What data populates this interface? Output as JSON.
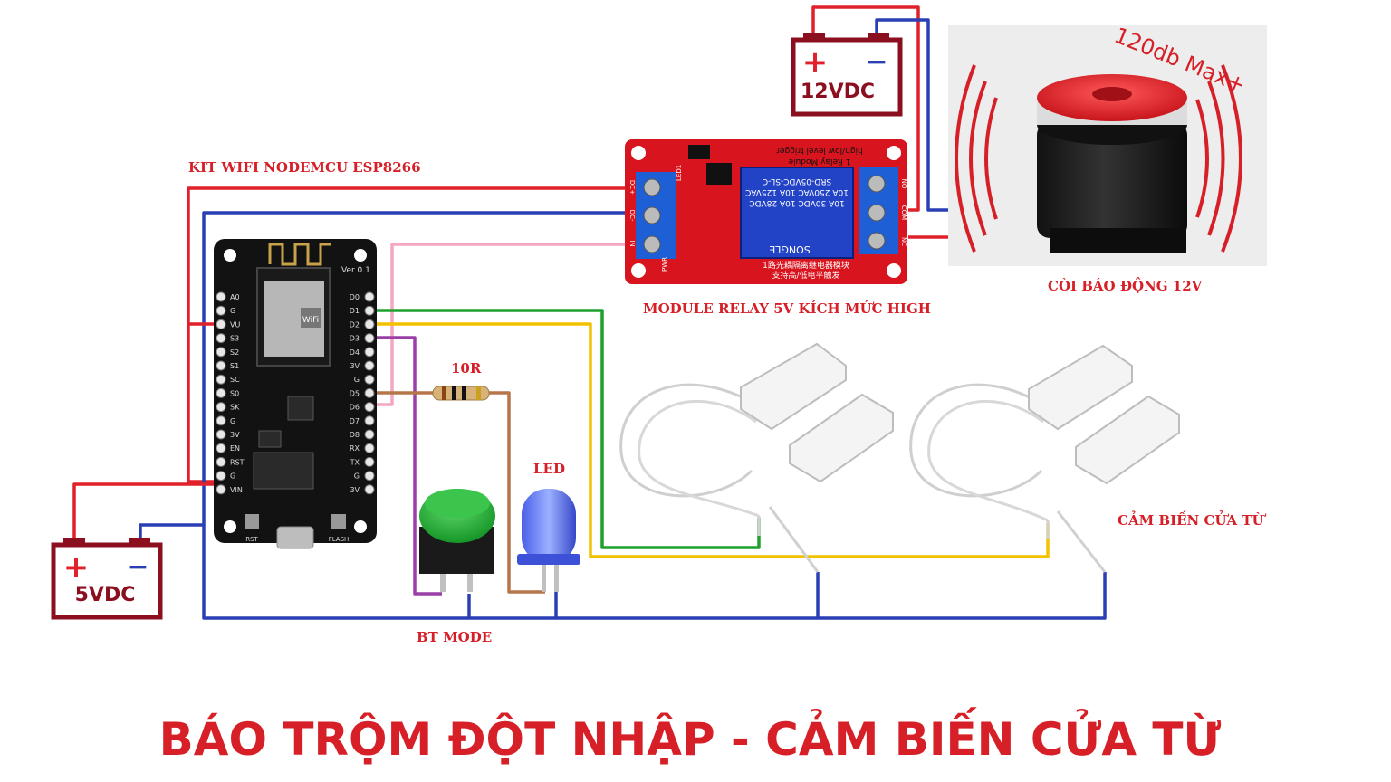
{
  "title": "BÁO TRỘM ĐỘT NHẬP - CẢM BIẾN CỬA TỪ",
  "labels": {
    "nodemcu": "KIT WIFI NODEMCU ESP8266",
    "relay": "MODULE RELAY 5V KÍCH MỨC HIGH",
    "siren": "CÒI BÁO ĐỘNG 12V",
    "resistor": "10R",
    "led": "LED",
    "button": "BT MODE",
    "sensor": "CẢM BIẾN CỬA TỪ",
    "siren_rating": "120db Max+"
  },
  "battery_12v": {
    "plus": "+",
    "minus": "−",
    "label": "12VDC"
  },
  "battery_5v": {
    "plus": "+",
    "minus": "−",
    "label": "5VDC"
  },
  "nodemcu_board": {
    "version": "Ver 0.1",
    "left_pins": [
      "A0",
      "G",
      "VU",
      "S3",
      "S2",
      "S1",
      "SC",
      "S0",
      "SK",
      "G",
      "3V",
      "EN",
      "RST",
      "G",
      "VIN"
    ],
    "right_pins": [
      "D0",
      "D1",
      "D2",
      "D3",
      "D4",
      "3V",
      "G",
      "D5",
      "D6",
      "D7",
      "D8",
      "RX",
      "TX",
      "G",
      "3V"
    ],
    "wifi": "WiFi",
    "rst": "RST",
    "flash": "FLASH"
  },
  "relay_board": {
    "header": "high/low level trigger",
    "model": "1 Relay Module",
    "relay_text": [
      "SRD-05VDC-SL-C",
      "10A 250VAC  10A 125VAC",
      "10A 30VDC   10A 28VDC"
    ],
    "brand": "SONGLE",
    "left_terminals": [
      "DC+",
      "DC-",
      "IN"
    ],
    "right_terminals": [
      "NO",
      "COM",
      "NC"
    ],
    "chinese": [
      "1路光耦隔离继电器模块",
      "支持高/低电平触发"
    ],
    "pwr": "PWR",
    "led1": "LED1"
  },
  "colors": {
    "red_wire": "#e0202a",
    "blue_wire": "#2b3fb5",
    "green_wire": "#1ea02e",
    "yellow_wire": "#f2c200",
    "pink_wire": "#f4a7c0",
    "purple_wire": "#9b3fa8",
    "brown_wire": "#b5764a",
    "label_red": "#d61f26",
    "battery_body": "#8b0f1f"
  }
}
